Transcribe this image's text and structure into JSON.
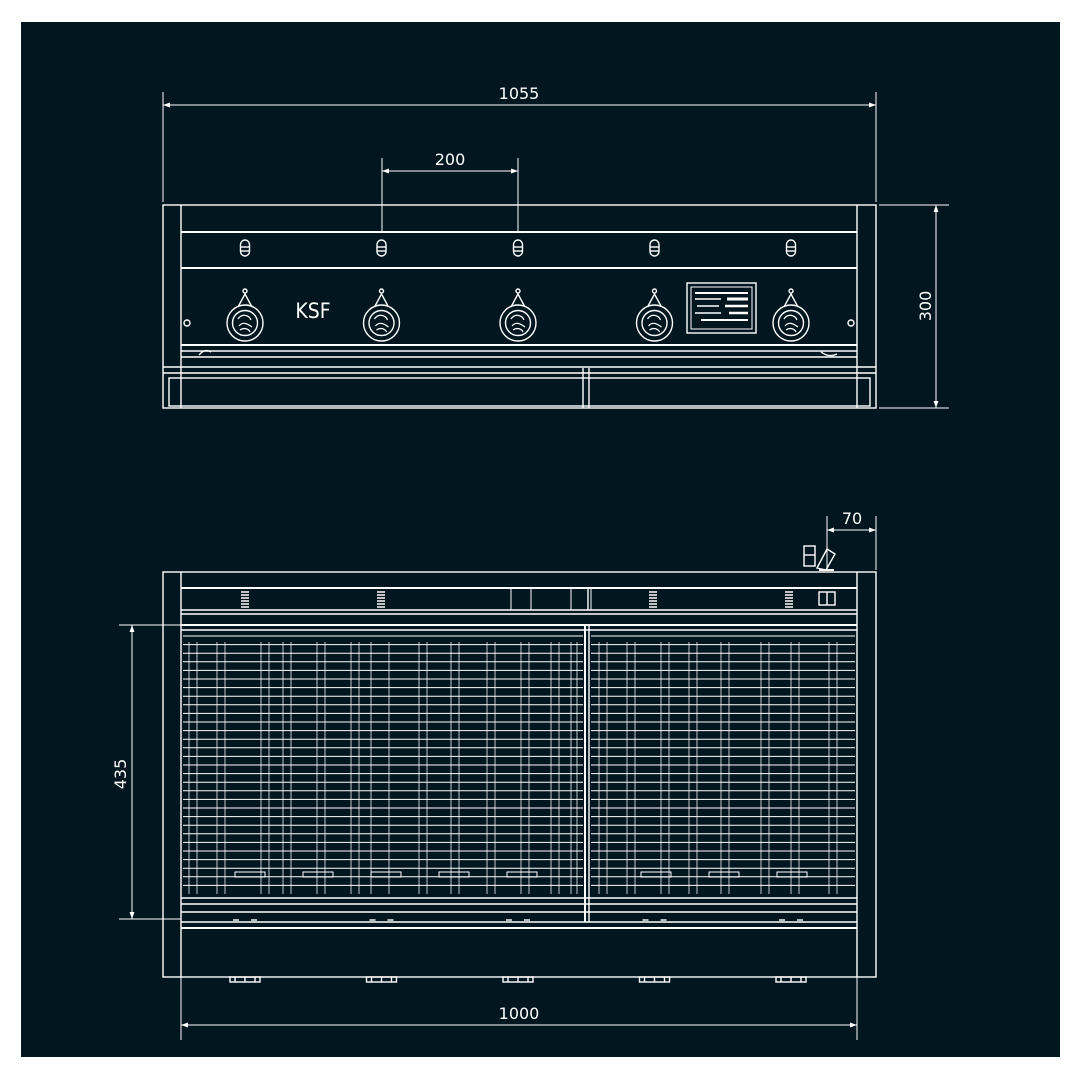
{
  "drawing": {
    "background_color": "#021620",
    "line_color": "#ffffff",
    "front_view": {
      "logo_text": "KSF",
      "knob_count": 5,
      "dimensions": {
        "overall_width": "1055",
        "knob_spacing": "200",
        "height": "300"
      }
    },
    "top_view": {
      "dimensions": {
        "gas_connection_offset": "70",
        "cooking_depth": "435",
        "cooking_width": "1000"
      }
    }
  }
}
